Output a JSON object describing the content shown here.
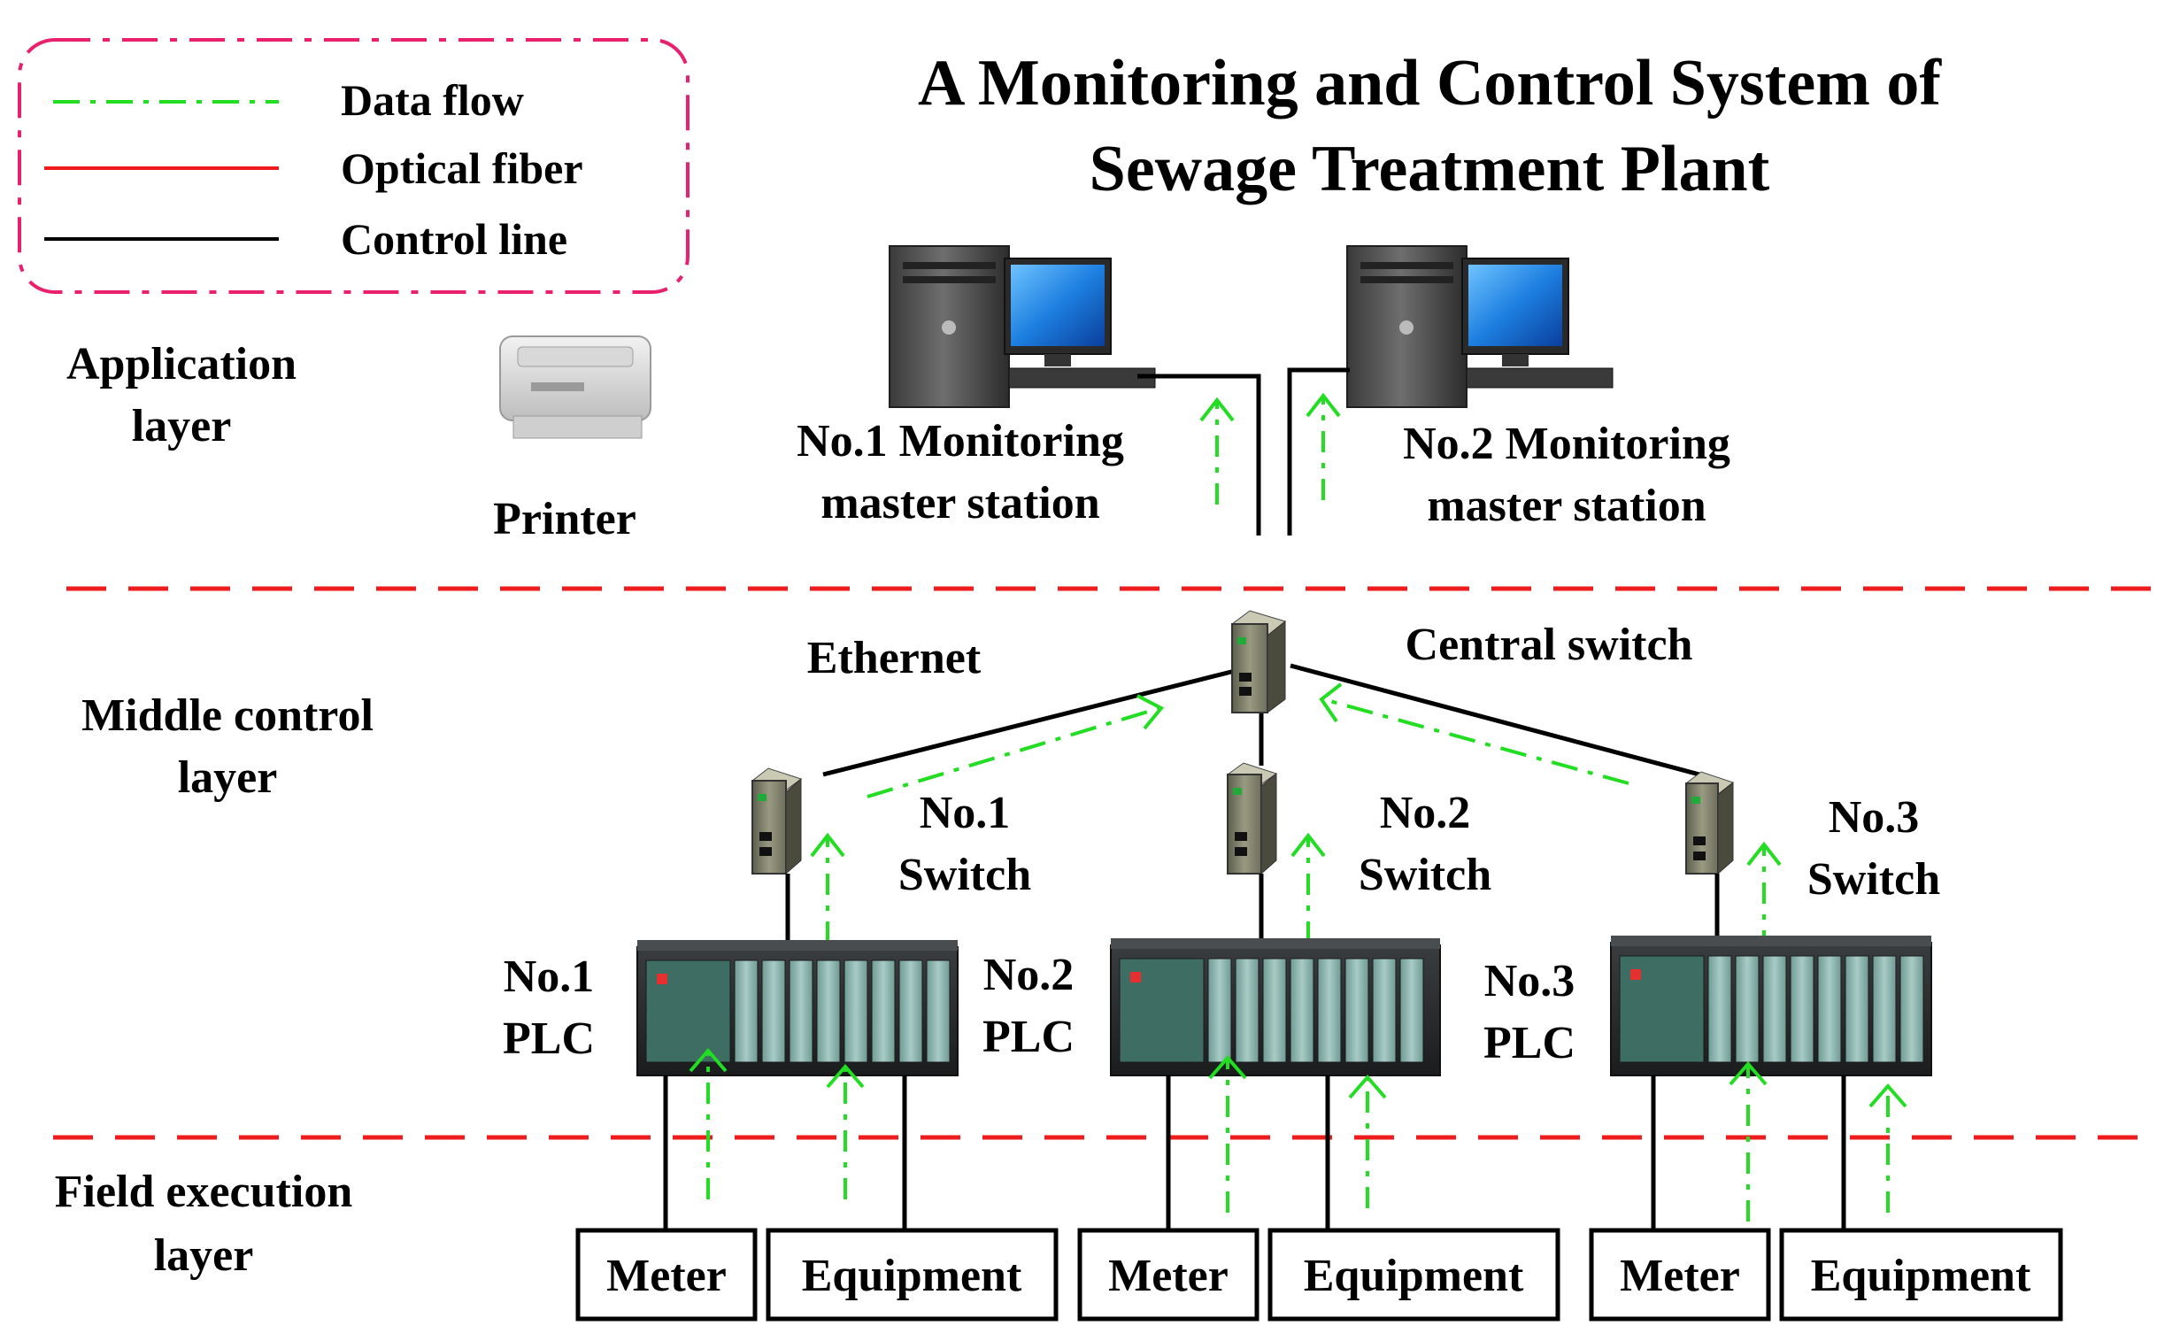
{
  "title": {
    "line1": "A Monitoring and Control System of",
    "line2": "Sewage Treatment Plant"
  },
  "legend": {
    "data_flow": "Data flow",
    "optical_fiber": "Optical fiber",
    "control_line": "Control line"
  },
  "layers": {
    "application": [
      "Application",
      "layer"
    ],
    "middle": [
      "Middle control",
      "layer"
    ],
    "field": [
      "Field execution",
      "layer"
    ]
  },
  "application": {
    "printer": "Printer",
    "station1": [
      "No.1 Monitoring",
      "master station"
    ],
    "station2": [
      "No.2 Monitoring",
      "master station"
    ]
  },
  "network": {
    "ethernet": "Ethernet",
    "central_switch": "Central switch",
    "switches": [
      [
        "No.1",
        "Switch"
      ],
      [
        "No.2",
        "Switch"
      ],
      [
        "No.3",
        "Switch"
      ]
    ],
    "plcs": [
      [
        "No.1",
        "PLC"
      ],
      [
        "No.2",
        "PLC"
      ],
      [
        "No.3",
        "PLC"
      ]
    ]
  },
  "field": {
    "meter": "Meter",
    "equipment": "Equipment"
  },
  "colors": {
    "data_flow": "#22dd22",
    "optical_fiber": "#ee1c1c",
    "control_line": "#000000",
    "legend_border": "#e8206e"
  }
}
